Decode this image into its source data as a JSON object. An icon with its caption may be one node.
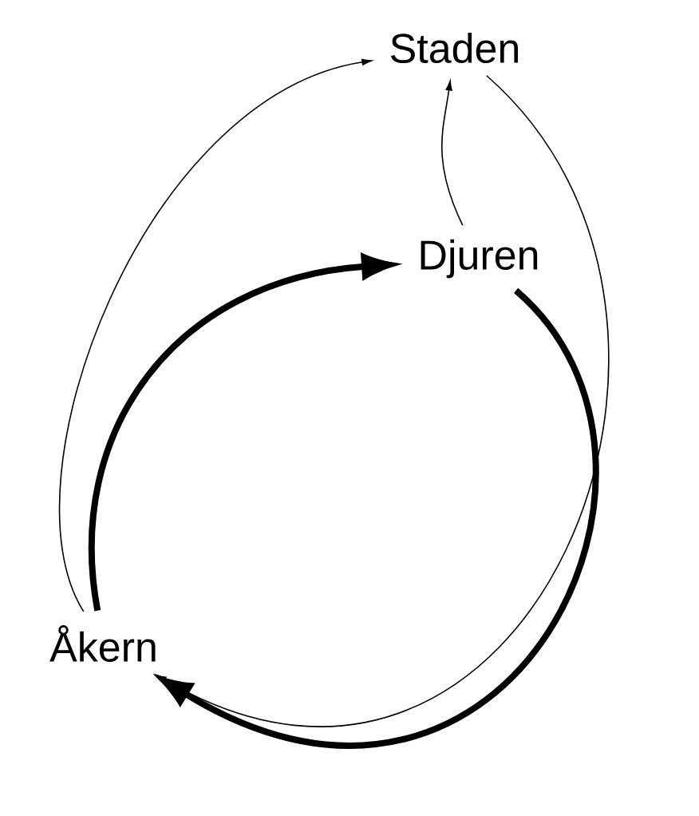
{
  "diagram": {
    "nodes": [
      {
        "text": [
          "Staden"
        ]
      },
      {
        "text": [
          "Djuren"
        ]
      },
      {
        "text": [
          "Åkern"
        ]
      }
    ],
    "edges": [
      {
        "from": 2,
        "to": 0,
        "arrow": "to"
      },
      {
        "from": 1,
        "to": 0,
        "arrow": "to"
      },
      {
        "from": 0,
        "to": 2,
        "arrow": "to"
      },
      {
        "from": 2,
        "to": 1,
        "arrow": "to",
        "style": "thick"
      },
      {
        "from": 1,
        "to": 2,
        "arrow": "to",
        "style": "thick"
      }
    ]
  }
}
